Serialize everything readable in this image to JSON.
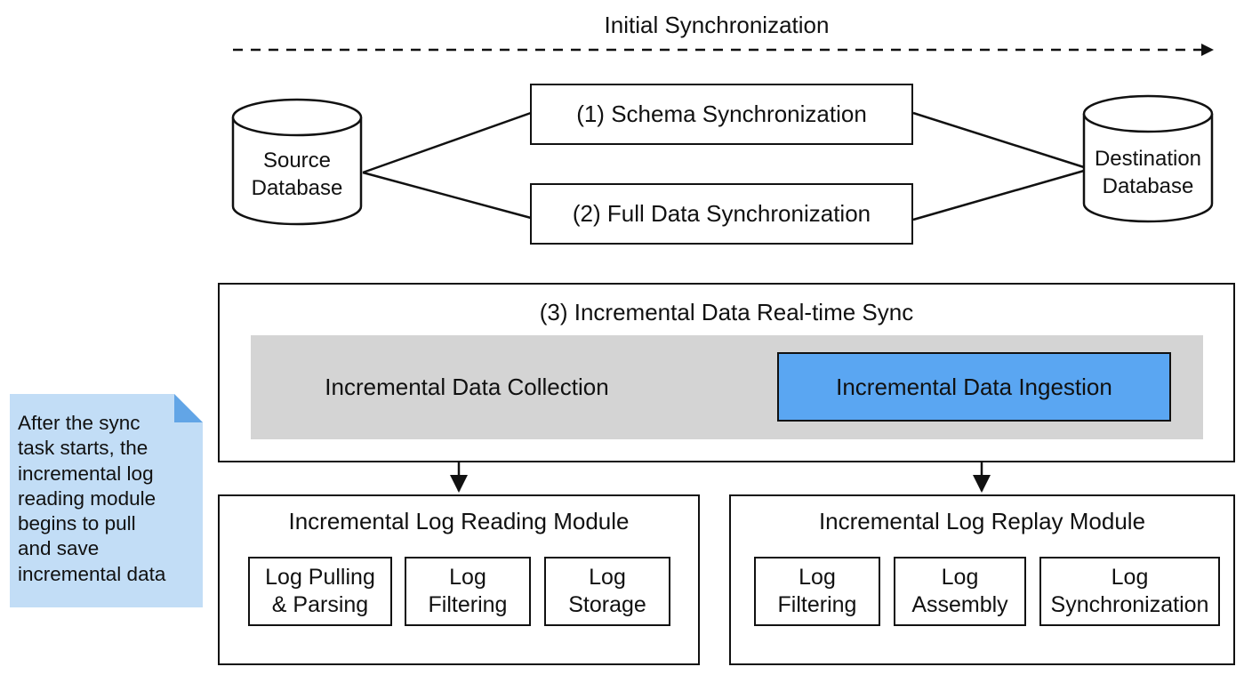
{
  "initial_sync": {
    "title": "Initial Synchronization"
  },
  "source_db": {
    "line1": "Source",
    "line2": "Database"
  },
  "destination_db": {
    "line1": "Destination",
    "line2": "Database"
  },
  "steps": {
    "schema_sync": "(1) Schema Synchronization",
    "full_data_sync": "(2) Full Data Synchronization",
    "incremental_sync": "(3) Incremental Data Real-time Sync"
  },
  "incremental": {
    "collection": "Incremental Data Collection",
    "ingestion": "Incremental Data Ingestion"
  },
  "reading_module": {
    "title": "Incremental Log Reading Module",
    "items": [
      {
        "line1": "Log Pulling",
        "line2": "& Parsing"
      },
      {
        "line1": "Log",
        "line2": "Filtering"
      },
      {
        "line1": "Log",
        "line2": "Storage"
      }
    ]
  },
  "replay_module": {
    "title": "Incremental Log Replay Module",
    "items": [
      {
        "line1": "Log",
        "line2": "Filtering"
      },
      {
        "line1": "Log",
        "line2": "Assembly"
      },
      {
        "line1": "Log",
        "line2": "Synchronization"
      }
    ]
  },
  "note": {
    "lines": [
      "After the sync",
      "task starts, the",
      "incremental log",
      "reading module",
      "begins to pull",
      "and save",
      "incremental data"
    ]
  },
  "colors": {
    "ingestion_fill": "#5aa6f2",
    "collection_band": "#d4d4d4",
    "note_fill": "#c2ddf6",
    "note_fold": "#62a5e6"
  }
}
